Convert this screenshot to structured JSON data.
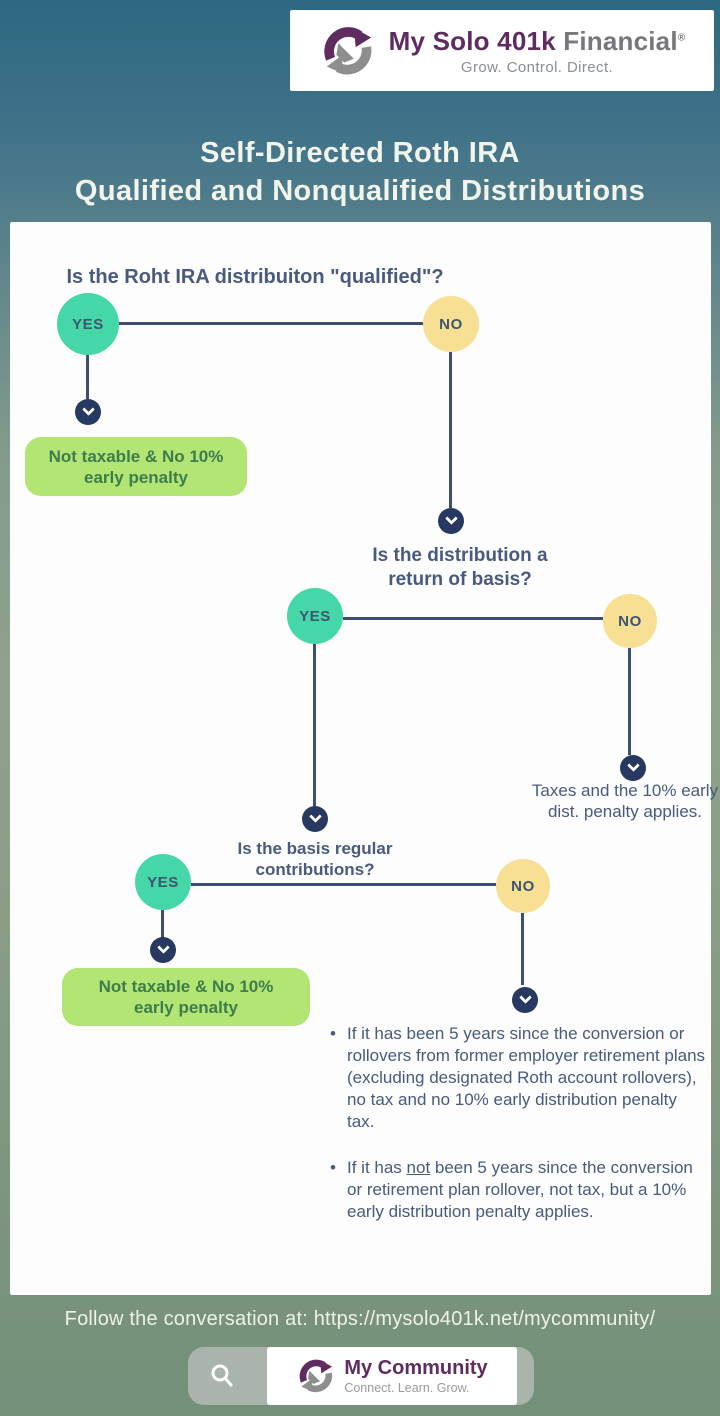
{
  "header": {
    "logo": {
      "name_primary": "My Solo 401k",
      "name_secondary": "Financial",
      "registered_mark": "®",
      "tagline": "Grow. Control. Direct."
    },
    "title_line1": "Self-Directed Roth IRA",
    "title_line2": "Qualified and Nonqualified Distributions"
  },
  "flowchart": {
    "yes_label": "YES",
    "no_label": "NO",
    "question1": "Is the Roht IRA distribuiton \"qualified\"?",
    "question2_line1": "Is the distribution a",
    "question2_line2": "return of basis?",
    "question3_line1": "Is the basis regular",
    "question3_line2": "contributions?",
    "outcome_qualified": "Not taxable & No 10% early penalty",
    "outcome_not_basis": "Taxes and the 10% early dist. penalty applies.",
    "outcome_regular_contributions": "Not taxable & No 10% early penalty",
    "bullet1": "If it has been 5 years since the conversion or rollovers from former employer retirement plans (excluding designated Roth account rollovers), no tax and no 10% early distribution penalty tax.",
    "bullet2_prefix": "If it has ",
    "bullet2_underline": "not",
    "bullet2_suffix": " been 5 years since the conversion or retirement plan rollover, not tax, but a 10% early distribution penalty applies."
  },
  "footer": {
    "follow_prefix": "Follow the conversation at: ",
    "follow_url": "https://mysolo401k.net/mycommunity/",
    "community": {
      "name": "My Community",
      "tagline": "Connect. Learn. Grow."
    }
  },
  "colors": {
    "yes_node": "#46d7a8",
    "no_node": "#f7df93",
    "green_box_bg": "#b2e573",
    "green_box_text": "#3e7d4b",
    "connector_navy": "#3e4e70",
    "arrow_node_navy": "#273861",
    "question_text": "#495a7c",
    "brand_purple": "#5f2c60",
    "brand_gray": "#8a8f94",
    "background_top": "#2c6981",
    "background_bottom": "#739079"
  }
}
